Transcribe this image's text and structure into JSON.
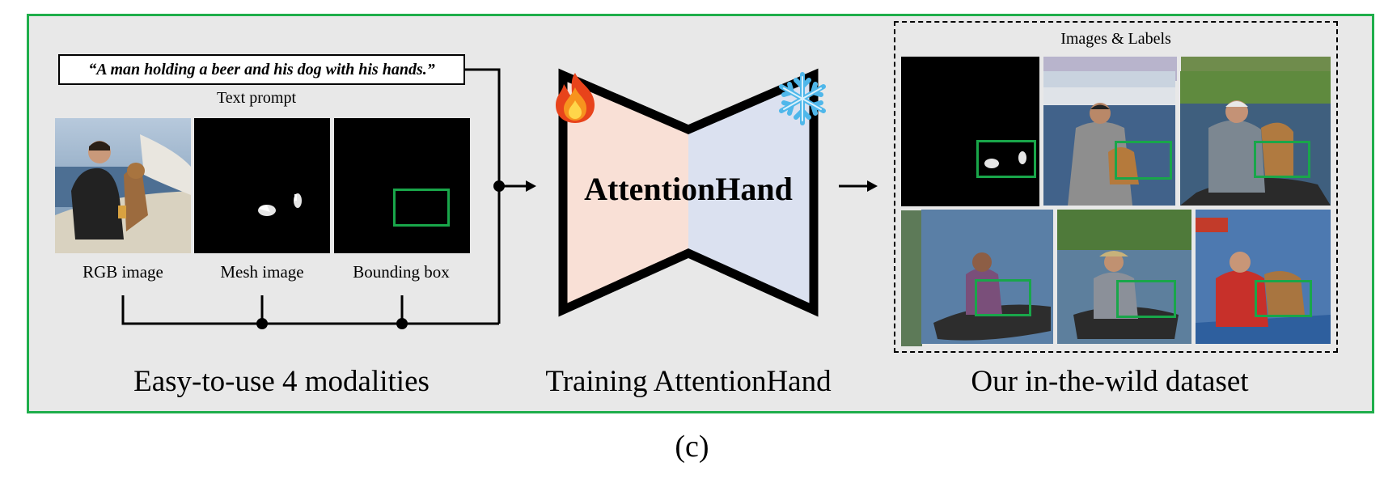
{
  "inputs": {
    "prompt_text": "“A man holding a beer and his dog with his hands.”",
    "prompt_label": "Text prompt",
    "rgb_caption": "RGB image",
    "mesh_caption": "Mesh image",
    "bbox_caption": "Bounding box",
    "section_title": "Easy-to-use 4 modalities"
  },
  "model": {
    "name": "AttentionHand",
    "trainable_icon": "fire-icon",
    "frozen_icon": "snowflake-icon",
    "section_title": "Training AttentionHand"
  },
  "output": {
    "box_title": "Images & Labels",
    "section_title": "Our in-the-wild dataset"
  },
  "colors": {
    "panel_border": "#1fae4b",
    "bbox": "#19a64a",
    "encoder_fill": "#f9e0d6",
    "decoder_fill": "#dbe1f0"
  },
  "subfigure_label": "(c)"
}
